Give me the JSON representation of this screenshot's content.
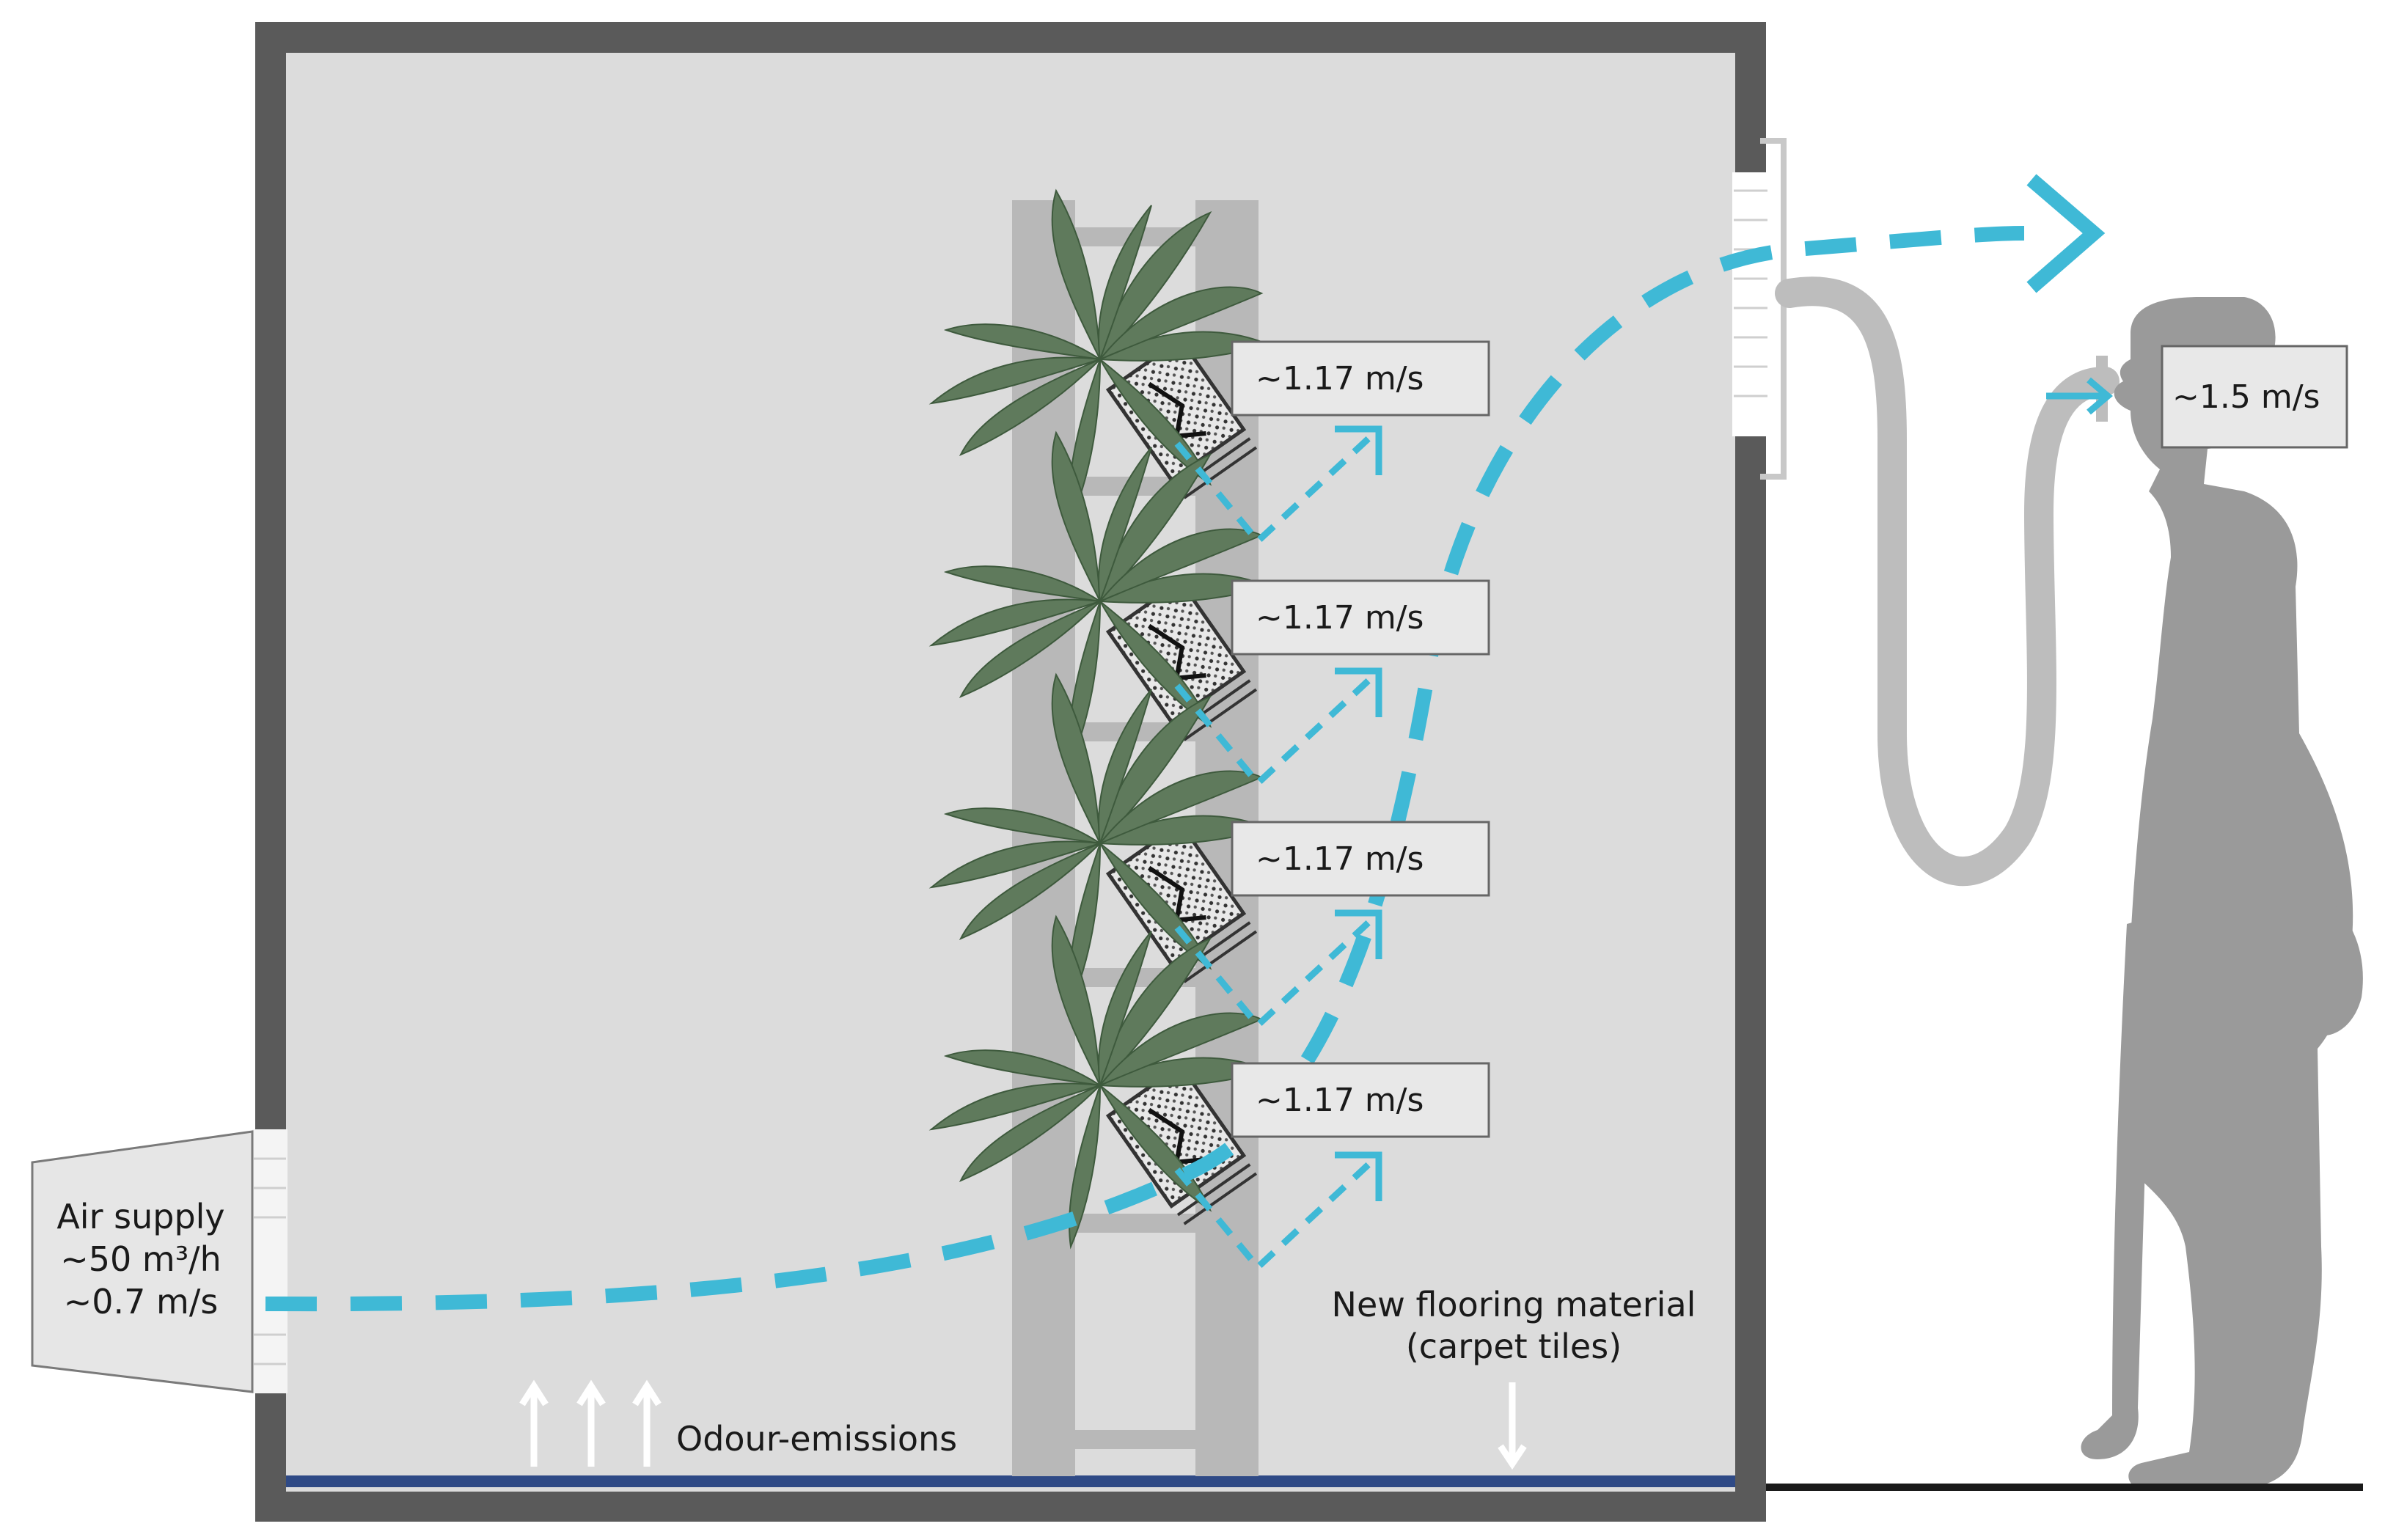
{
  "colors": {
    "flow": "#3fb9d6",
    "wall": "#5a5a5a",
    "room": "#dcdcdc",
    "floor": "#2f4a86",
    "rack": "#b8b8b8",
    "hose": "#bdbdbd",
    "person": "#9a9a9a",
    "foliage": "#5f7a5c"
  },
  "air_supply": {
    "line1": "Air supply",
    "line2": "~50 m³/h",
    "line3": "~0.7 m/s"
  },
  "plant_outlets": [
    {
      "label": "~1.17 m/s"
    },
    {
      "label": "~1.17 m/s"
    },
    {
      "label": "~1.17 m/s"
    },
    {
      "label": "~1.17 m/s"
    }
  ],
  "exhaust": {
    "label": "~1.5 m/s"
  },
  "flooring": {
    "line1": "New flooring material",
    "line2": "(carpet tiles)"
  },
  "emissions": {
    "label": "Odour-emissions"
  }
}
